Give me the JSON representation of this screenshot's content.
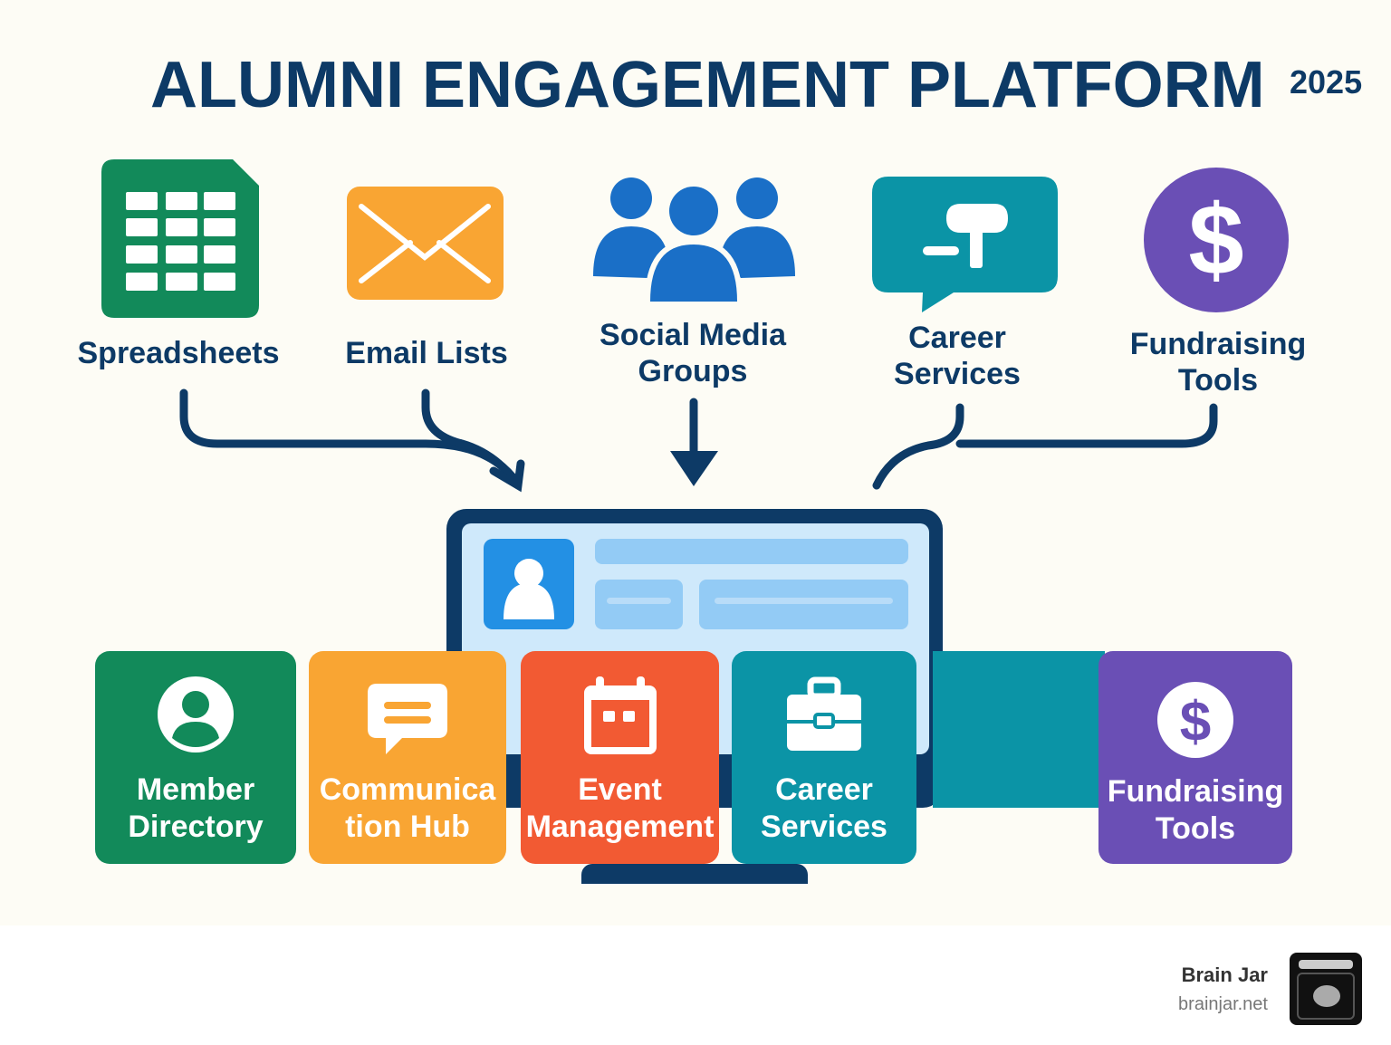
{
  "header": {
    "title": "ALUMNI ENGAGEMENT PLATFORM",
    "year": "2025"
  },
  "sources": [
    {
      "label_lines": [
        "Spreadsheets"
      ],
      "icon": "spreadsheet-icon",
      "color": "#128a5a"
    },
    {
      "label_lines": [
        "Email Lists"
      ],
      "icon": "envelope-icon",
      "color": "#f9a533"
    },
    {
      "label_lines": [
        "Social Media",
        "Groups"
      ],
      "icon": "people-group-icon",
      "color": "#1a6fc7"
    },
    {
      "label_lines": [
        "Career",
        "Services"
      ],
      "icon": "speech-bubble-icon",
      "color": "#0b94a6"
    },
    {
      "label_lines": [
        "Fundraising",
        "Tools"
      ],
      "icon": "dollar-circle-icon",
      "color": "#6a4fb5"
    }
  ],
  "modules": [
    {
      "label_lines": [
        "Member",
        "Directory"
      ],
      "icon": "user-circle-icon",
      "color": "#128a5a"
    },
    {
      "label_lines": [
        "Communica",
        "tion Hub"
      ],
      "icon": "chat-icon",
      "color": "#f9a533"
    },
    {
      "label_lines": [
        "Event",
        "Management"
      ],
      "icon": "calendar-icon",
      "color": "#f25a33"
    },
    {
      "label_lines": [
        "Career",
        "Services"
      ],
      "icon": "briefcase-icon",
      "color": "#0b94a6"
    },
    {
      "label_lines": [
        "Fundraising",
        "Tools"
      ],
      "icon": "dollar-circle-icon",
      "color": "#6a4fb5"
    }
  ],
  "footer": {
    "brand": "Brain Jar",
    "url": "brainjar.net"
  },
  "colors": {
    "navy": "#0d3a66",
    "screen": "#cfe9fb"
  }
}
